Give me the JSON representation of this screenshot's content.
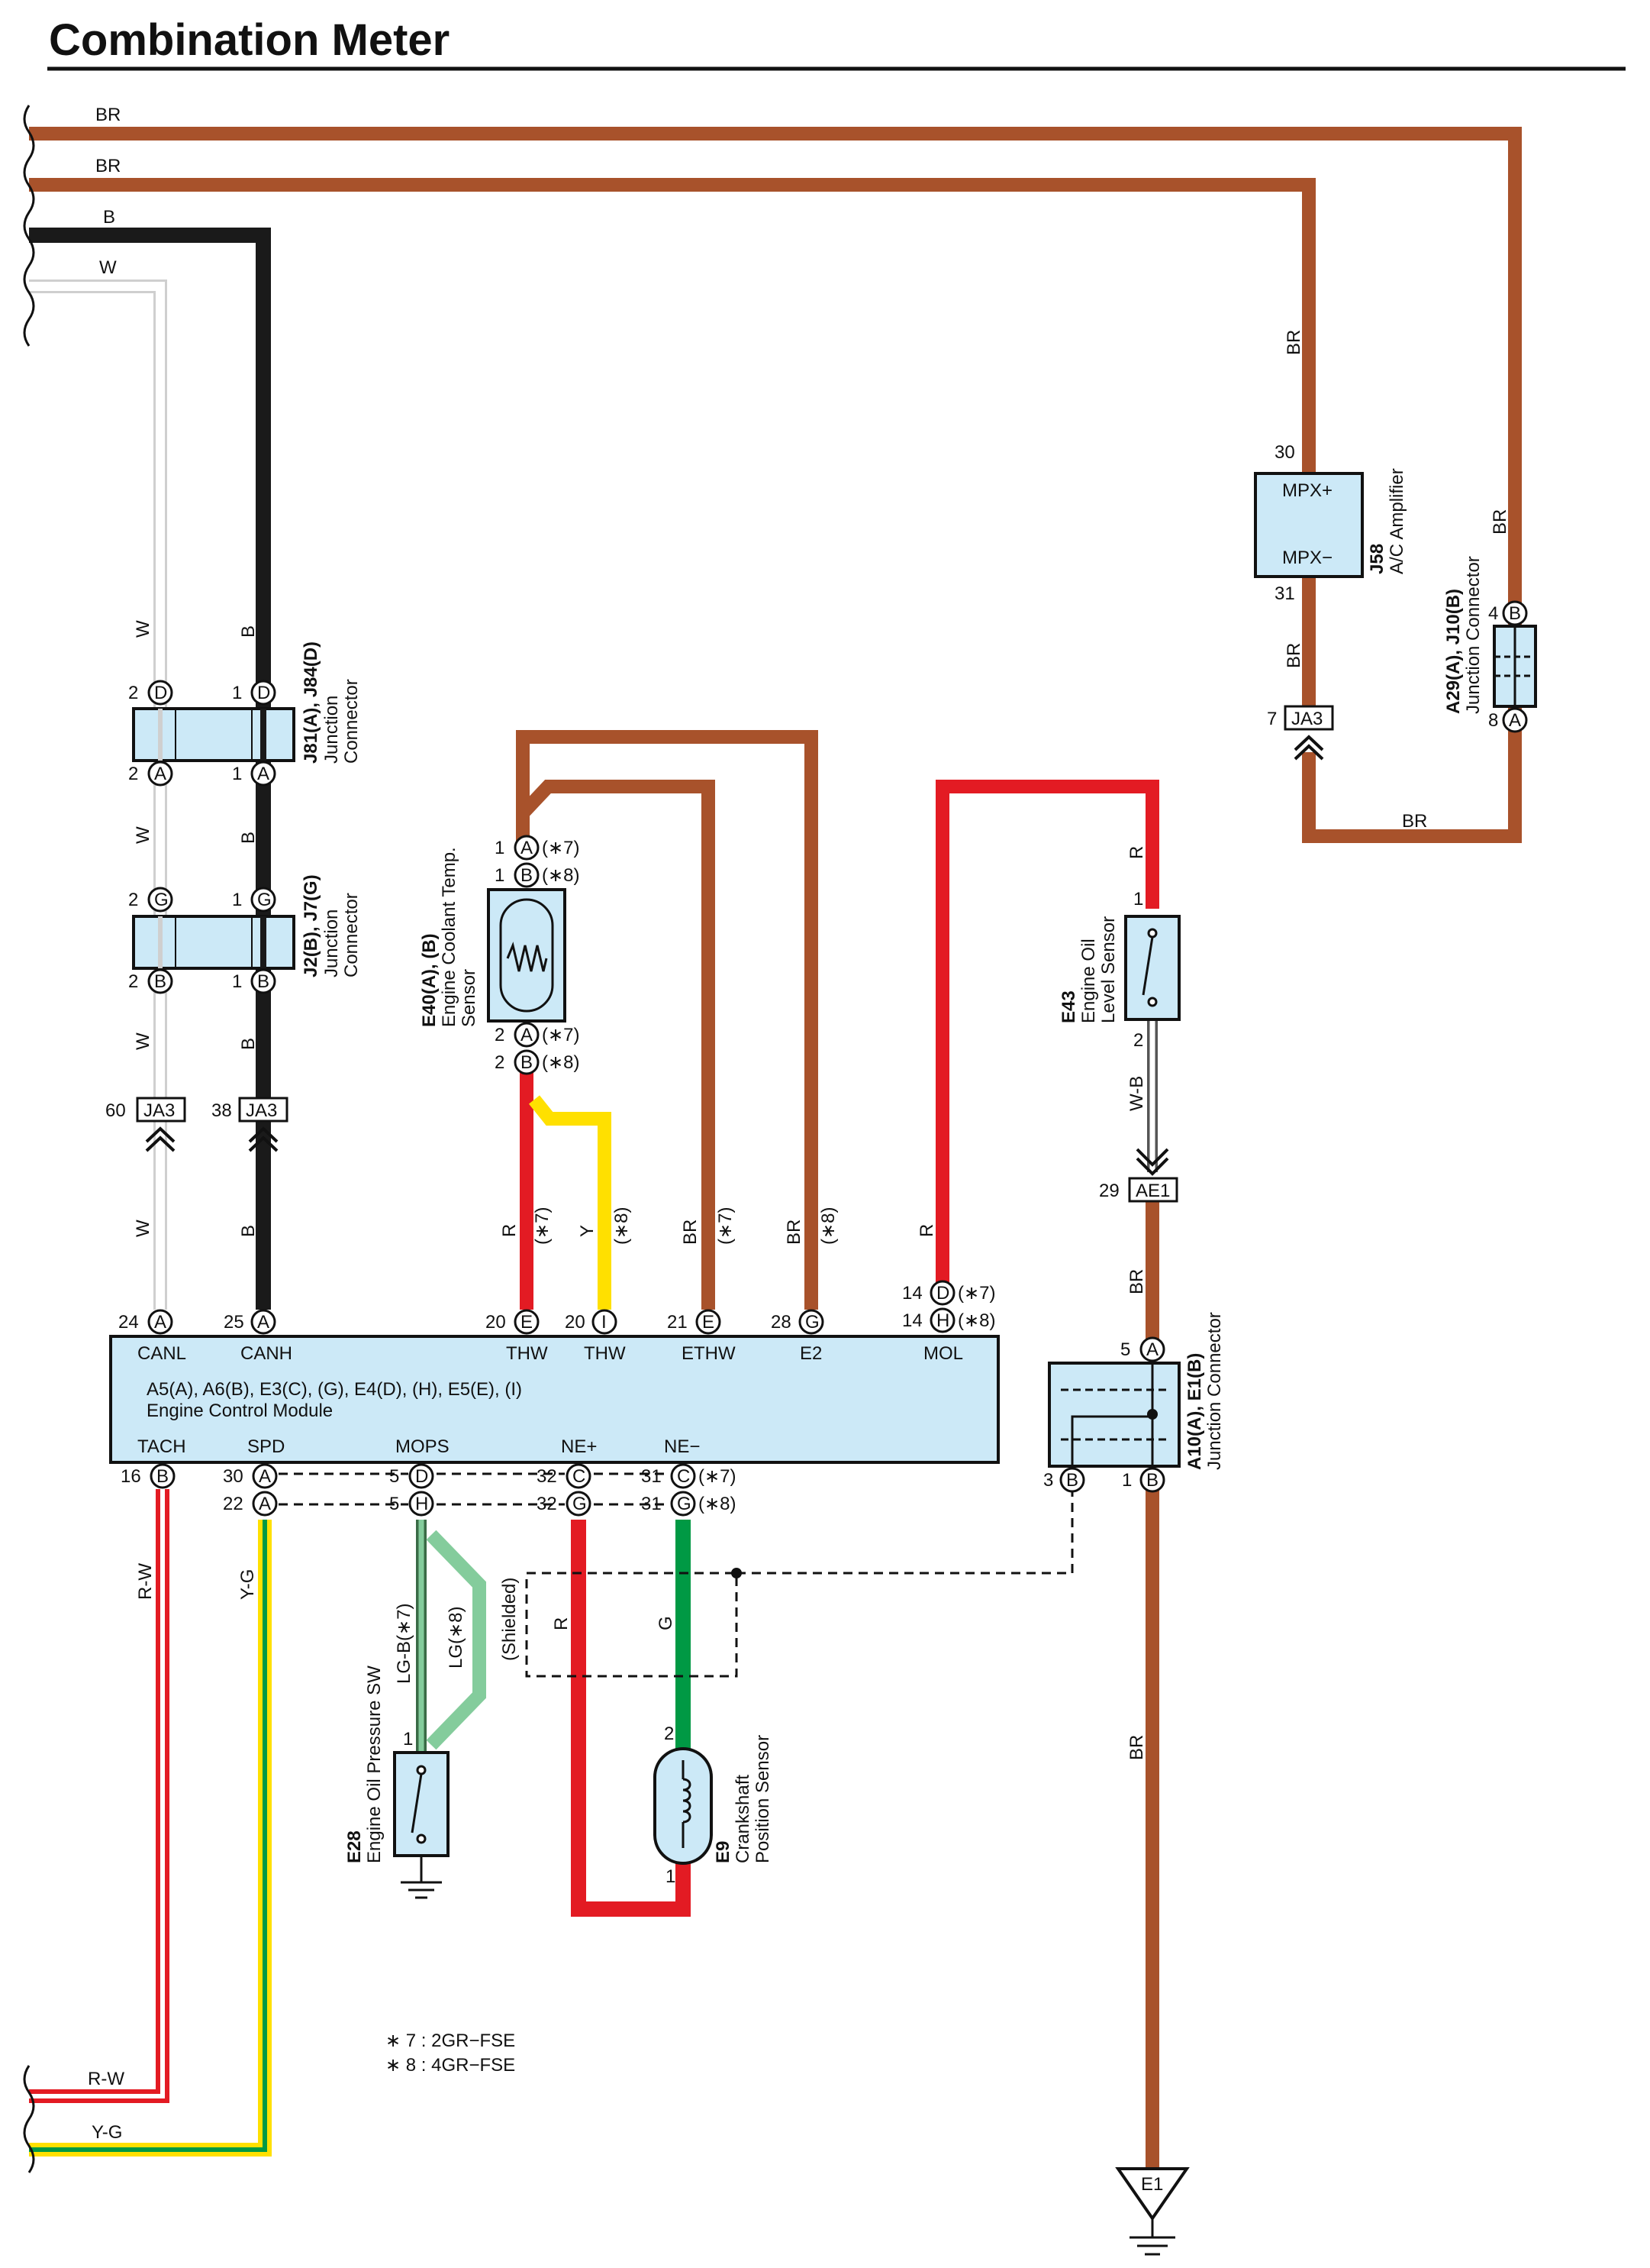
{
  "title": "Combination Meter",
  "colors": {
    "BR": "#a8522b",
    "B": "#1a1a1a",
    "W": "#cfcfcf",
    "R": "#e31b23",
    "Y": "#ffe000",
    "G": "#009944",
    "LG": "#84cc9c",
    "LG-B": "#3a6b46",
    "W-B": "#555555",
    "R-W": "#e31b23",
    "Y-G": "#ffe000",
    "connector_fill": "#cce9f7"
  },
  "wires": {
    "left": [
      "BR",
      "BR",
      "B",
      "W"
    ],
    "j81_up_w": "W",
    "j81_up_b": "B",
    "mid_w": "W",
    "mid_b": "B",
    "lower_w": "W",
    "lower_b": "B",
    "bot_w": "W",
    "bot_b": "B",
    "ecm_r": "R",
    "ecm_r_note": "(∗7)",
    "ecm_y": "Y",
    "ecm_y_note": "(∗8)",
    "ecm_br1": "BR",
    "ecm_br1_note": "(∗7)",
    "ecm_br2": "BR",
    "ecm_br2_note": "(∗8)",
    "mol_r": "R",
    "j58_top": "BR",
    "j58_bot": "BR",
    "a29_br": "BR",
    "bottom_br": "BR",
    "e43_r": "R",
    "e43_wb": "W-B",
    "ae1_br": "BR",
    "a10_br": "BR",
    "tach": "R-W",
    "spd": "Y-G",
    "e28_lgb": "LG-B(∗7)",
    "e28_lg": "LG(∗8)",
    "ne_r": "R",
    "ne_g": "G",
    "tach_bottom": "R-W",
    "spd_bottom": "Y-G"
  },
  "connectors": {
    "j81": {
      "ref": "J81(A), J84(D)",
      "line2": "Junction",
      "line3": "Connector",
      "top_pins": [
        "2",
        "D",
        "1",
        "D"
      ],
      "bot_pins": [
        "2",
        "A",
        "1",
        "A"
      ]
    },
    "j2": {
      "ref": "J2(B), J7(G)",
      "line2": "Junction",
      "line3": "Connector",
      "top_pins": [
        "2",
        "G",
        "1",
        "G"
      ],
      "bot_pins": [
        "2",
        "B",
        "1",
        "B"
      ]
    },
    "ja3_w": {
      "pin": "60",
      "code": "JA3"
    },
    "ja3_b": {
      "pin": "38",
      "code": "JA3"
    },
    "ja3_r": {
      "pin": "7",
      "code": "JA3"
    },
    "e40": {
      "ref": "E40(A), (B)",
      "line2": "Engine Coolant Temp.",
      "line3": "Sensor",
      "pins_top": [
        [
          "1",
          "A",
          "(∗7)"
        ],
        [
          "1",
          "B",
          "(∗8)"
        ]
      ],
      "pins_bot": [
        [
          "2",
          "A",
          "(∗7)"
        ],
        [
          "2",
          "B",
          "(∗8)"
        ]
      ]
    },
    "j58": {
      "ref": "J58",
      "line2": "A/C Amplifier",
      "pin_top": "30",
      "pin_bot": "31",
      "mpx_plus": "MPX+",
      "mpx_minus": "MPX−"
    },
    "a29": {
      "ref": "A29(A), J10(B)",
      "line2": "Junction Connector",
      "pin_top": [
        "4",
        "B"
      ],
      "pin_bot": [
        "8",
        "A"
      ]
    },
    "e43": {
      "ref": "E43",
      "line2": "Engine Oil",
      "line3": "Level Sensor",
      "pin_top": "1",
      "pin_bot": "2"
    },
    "ae1": {
      "pin": "29",
      "code": "AE1"
    },
    "a10": {
      "ref": "A10(A), E1(B)",
      "line2": "Junction Connector",
      "pin_top": [
        "5",
        "A"
      ],
      "pin_bl": [
        "3",
        "B"
      ],
      "pin_br": [
        "1",
        "B"
      ]
    },
    "ecm": {
      "line1": "A5(A), A6(B), E3(C), (G), E4(D), (H), E5(E), (I)",
      "line2": "Engine Control Module",
      "top_terms": [
        {
          "pin": "24",
          "letter": "A",
          "name": "CANL"
        },
        {
          "pin": "25",
          "letter": "A",
          "name": "CANH"
        },
        {
          "pin": "20",
          "letter": "E",
          "name": "THW"
        },
        {
          "pin": "20",
          "letter": "I",
          "name": "THW"
        },
        {
          "pin": "21",
          "letter": "E",
          "name": "ETHW"
        },
        {
          "pin": "28",
          "letter": "G",
          "name": "E2"
        },
        {
          "pin": "",
          "letter": "",
          "name": "MOL"
        }
      ],
      "mol_pins": [
        [
          "14",
          "D",
          "(∗7)"
        ],
        [
          "14",
          "H",
          "(∗8)"
        ]
      ],
      "bottom_terms": [
        {
          "name": "TACH",
          "pin": "16",
          "letter": "B"
        },
        {
          "name": "SPD",
          "pin1": "30",
          "l1": "A",
          "pin2": "22",
          "l2": "A"
        },
        {
          "name": "MOPS",
          "pin1": "5",
          "l1": "D",
          "pin2": "5",
          "l2": "H"
        },
        {
          "name": "NE+",
          "pin1": "32",
          "l1": "C",
          "pin2": "32",
          "l2": "G"
        },
        {
          "name": "NE−",
          "pin1": "31",
          "l1": "C",
          "pin2": "31",
          "l2": "G",
          "n1": "(∗7)",
          "n2": "(∗8)"
        }
      ]
    },
    "e28": {
      "ref": "E28",
      "line2": "Engine Oil Pressure SW",
      "pin": "1"
    },
    "e9": {
      "ref": "E9",
      "line2": "Crankshaft",
      "line3": "Position Sensor",
      "pin_top": "2",
      "pin_bot": "1"
    },
    "shield": "(Shielded)",
    "e1": "E1"
  },
  "notes": [
    "∗ 7 : 2GR−FSE",
    "∗ 8 : 4GR−FSE"
  ]
}
